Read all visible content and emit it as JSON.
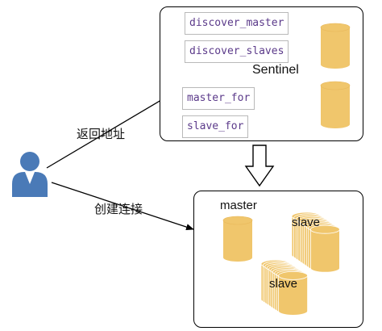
{
  "sentinel_group": {
    "commands": [
      "discover_master",
      "discover_slaves",
      "master_for",
      "slave_for"
    ],
    "label": "Sentinel"
  },
  "redis_group": {
    "master_label": "master",
    "slave_labels": [
      "slave",
      "slave"
    ]
  },
  "edges": {
    "to_sentinel_label": "返回地址",
    "to_redis_label": "创建连接"
  },
  "colors": {
    "cylinder_fill": "#f0c66c",
    "cylinder_stroke": "#e8b85a",
    "client_fill": "#4a7ab7",
    "command_text": "#5b3a8a"
  },
  "icons": {
    "client": "user-icon",
    "database": "database-cylinder-icon",
    "flow": "hollow-down-arrow-icon"
  }
}
